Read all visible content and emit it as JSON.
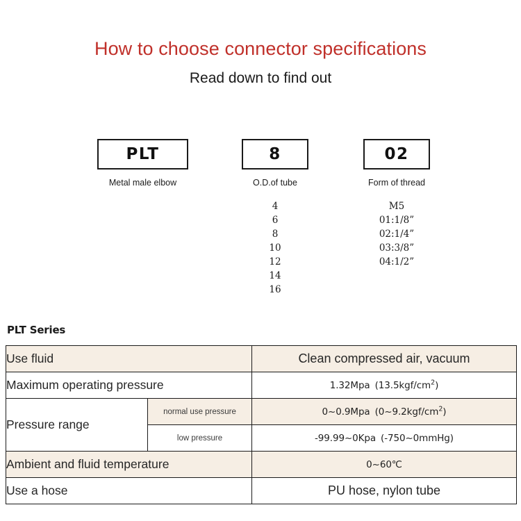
{
  "header": {
    "title": "How to choose connector specifications",
    "subtitle": "Read down to find out",
    "title_color": "#c0302a"
  },
  "code_breakdown": {
    "columns": [
      {
        "code": "PLT",
        "caption": "Metal male elbow",
        "options": []
      },
      {
        "code": "8",
        "caption": "O.D.of tube",
        "options": [
          "4",
          "6",
          "8",
          "10",
          "12",
          "14",
          "16"
        ]
      },
      {
        "code": "02",
        "caption": "Form of thread",
        "options": [
          "M5",
          "01:1/8”",
          "02:1/4”",
          "03:3/8”",
          "04:1/2”"
        ]
      }
    ]
  },
  "spec": {
    "series_label": "PLT Series",
    "shade_color": "#f6eee4",
    "rows": [
      {
        "label": "Use fluid",
        "value_main": "Clean compressed air, vacuum",
        "value_style": "large",
        "shaded": true
      },
      {
        "label": "Maximum operating pressure",
        "value_main": "1.32Mpa",
        "value_paren": "(13.5kgf/cm",
        "value_sup": "2",
        "value_tail": ")",
        "value_style": "small",
        "shaded": false
      },
      {
        "label": "Pressure range",
        "sub_rows": [
          {
            "sub_label": "normal use pressure",
            "value_main": "0~0.9Mpa",
            "value_paren": "(0~9.2kgf/cm",
            "value_sup": "2",
            "value_tail": ")",
            "shaded": true
          },
          {
            "sub_label": "low pressure",
            "value_main": "-99.99~0Kpa",
            "value_paren": "(-750~0mmHg)",
            "value_sup": "",
            "value_tail": "",
            "shaded": false
          }
        ]
      },
      {
        "label": "Ambient and fluid temperature",
        "value_main": "0~60℃",
        "value_style": "small",
        "shaded": true
      },
      {
        "label": "Use a hose",
        "value_main": "PU hose, nylon tube",
        "value_style": "large",
        "shaded": false
      }
    ]
  }
}
